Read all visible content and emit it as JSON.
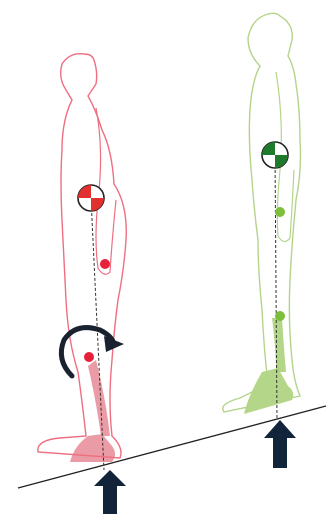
{
  "figures": [
    {
      "id": "figure-left",
      "state": "misaligned",
      "outline_color": "#ee6f80",
      "accent_color": "#e8203a",
      "ground_color": "#e88a96",
      "com_marker": "red-checker"
    },
    {
      "id": "figure-right",
      "state": "aligned",
      "outline_color": "#b5d48b",
      "accent_color": "#7dbe3b",
      "ground_color": "#a6cf74",
      "com_marker": "green-checker"
    }
  ],
  "icons": [
    "center-of-mass-icon",
    "rotation-arrow-icon",
    "ground-reaction-arrow-icon"
  ],
  "colors": {
    "ground_line": "#222222",
    "arrow": "#12243a",
    "plumb_line": "#333333",
    "background": "#ffffff"
  }
}
